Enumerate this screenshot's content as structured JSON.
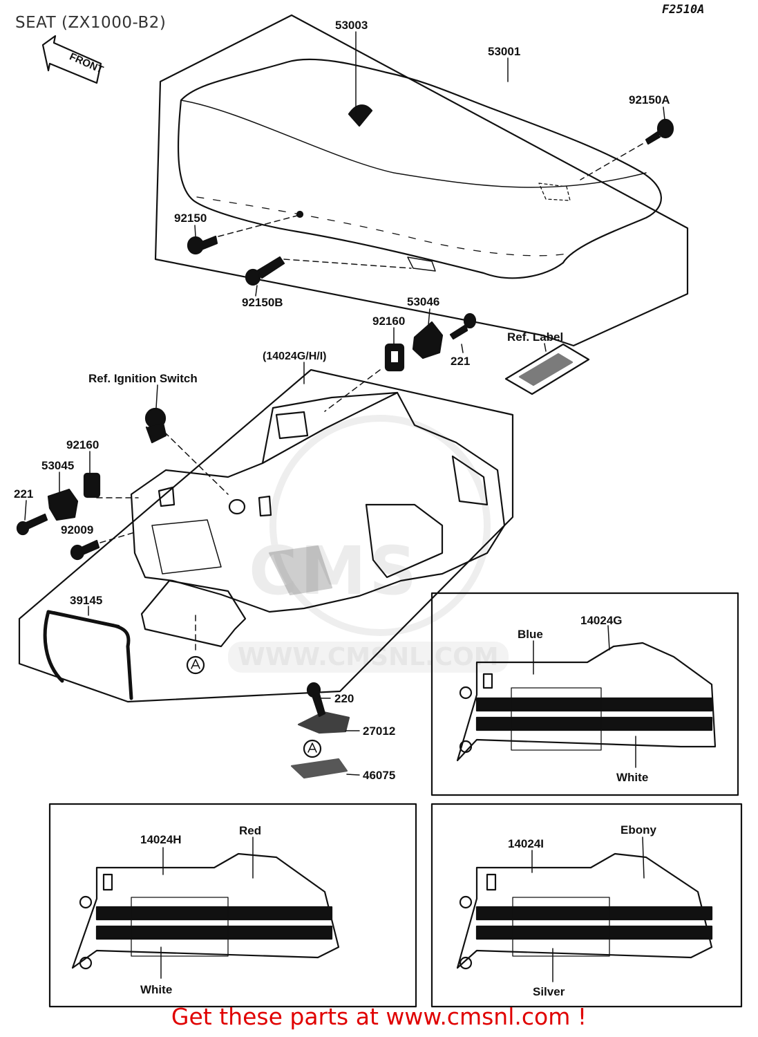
{
  "header": {
    "title": "SEAT (ZX1000-B2)",
    "diagram_code": "F2510A"
  },
  "watermark": {
    "brand": "CMS",
    "url": "WWW.CMSNL.COM"
  },
  "front_arrow": "FRONT",
  "callouts": {
    "c53003": "53003",
    "c53001": "53001",
    "c92150A": "92150A",
    "c92150": "92150",
    "c92150B": "92150B",
    "c53046": "53046",
    "c92160_top": "92160",
    "c221_top": "221",
    "ref_label": "Ref. Label",
    "c14024GHI": "(14024G/H/I)",
    "ref_ignition": "Ref. Ignition Switch",
    "c92160_left": "92160",
    "c53045": "53045",
    "c221_left": "221",
    "c92009": "92009",
    "c39145": "39145",
    "c220": "220",
    "c27012": "27012",
    "c46075": "46075"
  },
  "detail_panels": {
    "g": {
      "part": "14024G",
      "top_color": "Blue",
      "bottom_color": "White"
    },
    "h": {
      "part": "14024H",
      "top_color": "Red",
      "bottom_color": "White"
    },
    "i": {
      "part": "14024I",
      "top_color": "Ebony",
      "bottom_color": "Silver"
    }
  },
  "footer": {
    "cta": "Get these parts at www.cmsnl.com !"
  }
}
